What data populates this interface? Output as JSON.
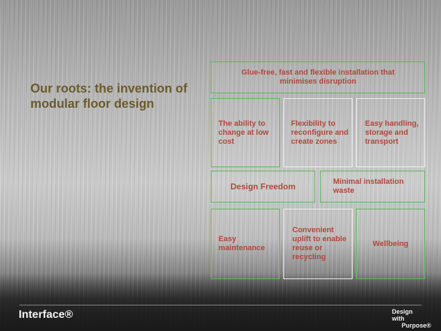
{
  "title": "Our roots: the invention of modular floor design",
  "boxes": {
    "top_banner": "Glue-free, fast and flexible installation that minimises disruption",
    "change_cost": "The ability to change at low cost",
    "reconfigure": "Flexibility to reconfigure and create zones",
    "easy_handling": "Easy handling, storage and transport",
    "design_freedom": "Design Freedom",
    "minimal_waste": "Minimal installation waste",
    "easy_maintenance": "Easy maintenance",
    "convenient_uplift": "Convenient uplift to enable reuse or recycling",
    "wellbeing": "Wellbeing"
  },
  "footer": {
    "brand": "Interface®",
    "tagline_line1": "Design with",
    "tagline_line2": "Purpose®"
  },
  "colors": {
    "title": "#6b5a2c",
    "box_text": "#b0483a",
    "green_border": "#58b858",
    "white_border": "#f2f2f2"
  }
}
